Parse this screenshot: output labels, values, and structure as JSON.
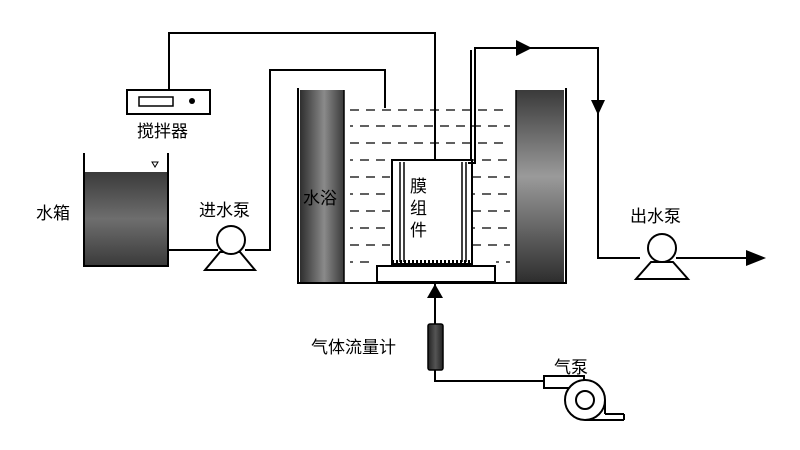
{
  "labels": {
    "stirrer": "搅拌器",
    "water_tank": "水箱",
    "inlet_pump": "进水泵",
    "water_bath": "水浴",
    "membrane_module": [
      "膜",
      "组",
      "件"
    ],
    "outlet_pump": "出水泵",
    "gas_flowmeter": "气体流量计",
    "air_pump": "气泵"
  }
}
